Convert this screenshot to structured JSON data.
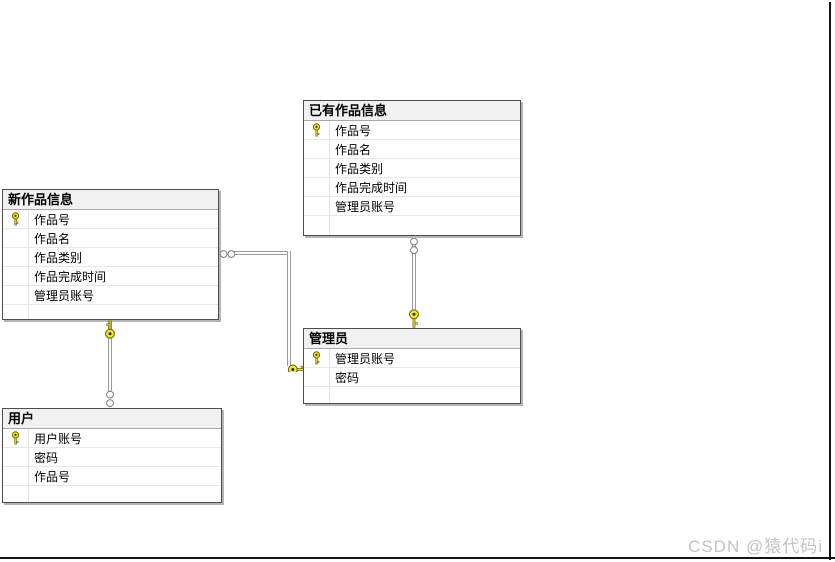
{
  "tables": [
    {
      "id": "existing-works",
      "title": "已有作品信息",
      "columns": [
        {
          "name": "作品号",
          "primary_key": true
        },
        {
          "name": "作品名",
          "primary_key": false
        },
        {
          "name": "作品类别",
          "primary_key": false
        },
        {
          "name": "作品完成时间",
          "primary_key": false
        },
        {
          "name": "管理员账号",
          "primary_key": false
        }
      ]
    },
    {
      "id": "new-works",
      "title": "新作品信息",
      "columns": [
        {
          "name": "作品号",
          "primary_key": true
        },
        {
          "name": "作品名",
          "primary_key": false
        },
        {
          "name": "作品类别",
          "primary_key": false
        },
        {
          "name": "作品完成时间",
          "primary_key": false
        },
        {
          "name": "管理员账号",
          "primary_key": false
        }
      ]
    },
    {
      "id": "admin",
      "title": "管理员",
      "columns": [
        {
          "name": "管理员账号",
          "primary_key": true
        },
        {
          "name": "密码",
          "primary_key": false
        }
      ]
    },
    {
      "id": "user",
      "title": "用户",
      "columns": [
        {
          "name": "用户账号",
          "primary_key": true
        },
        {
          "name": "密码",
          "primary_key": false
        },
        {
          "name": "作品号",
          "primary_key": false
        }
      ]
    }
  ],
  "relationships": [
    {
      "id": "new-works-admin",
      "many_side": "新作品信息",
      "one_side": "管理员"
    },
    {
      "id": "existing-works-admin",
      "many_side": "已有作品信息",
      "one_side": "管理员"
    },
    {
      "id": "user-new-works",
      "many_side": "用户",
      "one_side": "新作品信息"
    }
  ],
  "icons": {
    "primary_key": "key-icon",
    "one_end": "key-icon",
    "many_end": "infinity-icon"
  },
  "watermark": {
    "text": "CSDN @猿代码i",
    "color": "#c8c2c2"
  },
  "colors": {
    "canvas_background": "#ffffff",
    "table_border": "#4d4d4d",
    "table_header_background": "#f1f1f1",
    "row_separator": "#e8e8e8",
    "connector_line": "#9c9c9c",
    "key_fill": "#f7e636",
    "screenshot_edge": "#141414"
  }
}
